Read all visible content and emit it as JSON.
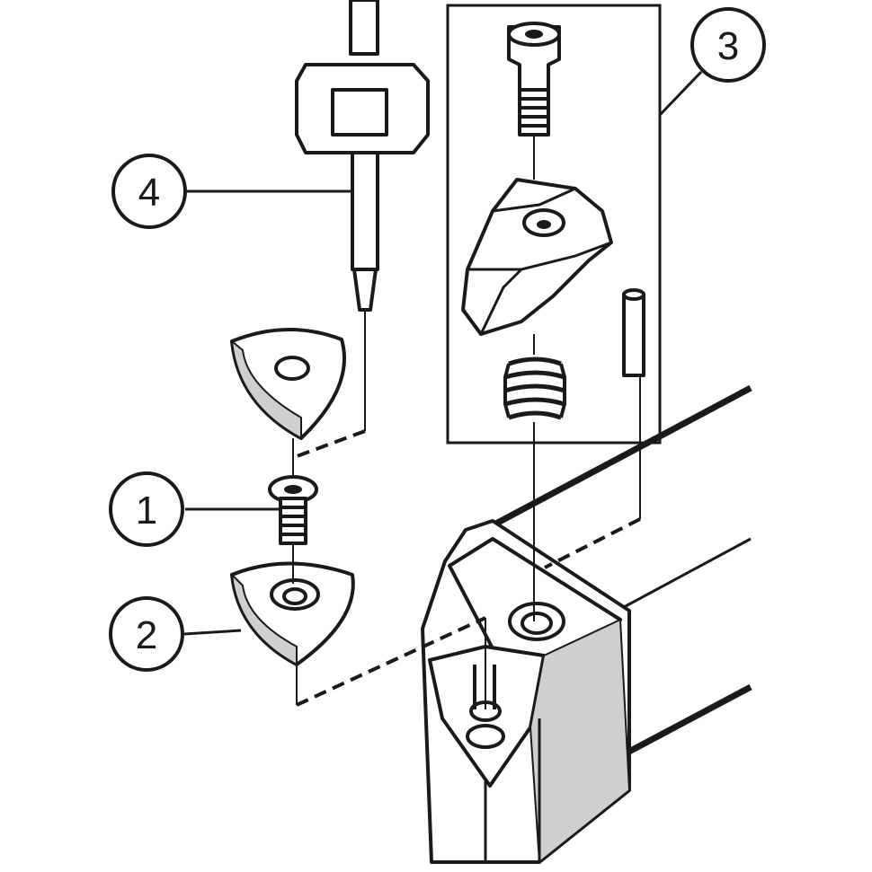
{
  "callouts": [
    {
      "id": "1",
      "label": "1"
    },
    {
      "id": "2",
      "label": "2"
    },
    {
      "id": "3",
      "label": "3"
    },
    {
      "id": "4",
      "label": "4"
    }
  ],
  "colors": {
    "ink": "#1a1a1a",
    "background": "#ffffff",
    "shade": "#cfcfcf"
  }
}
